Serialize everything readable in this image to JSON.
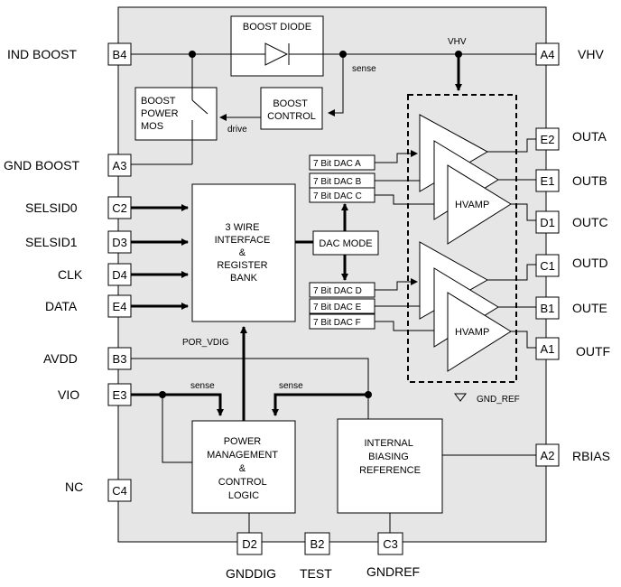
{
  "external_pins": {
    "ind_boost": "IND BOOST",
    "gnd_boost": "GND BOOST",
    "selsid0": "SELSID0",
    "selsid1": "SELSID1",
    "clk": "CLK",
    "data": "DATA",
    "avdd": "AVDD",
    "vio": "VIO",
    "nc": "NC",
    "vhv": "VHV",
    "outa": "OUTA",
    "outb": "OUTB",
    "outc": "OUTC",
    "outd": "OUTD",
    "oute": "OUTE",
    "outf": "OUTF",
    "rbias": "RBIAS",
    "gnddig": "GNDDIG",
    "test": "TEST",
    "gndref": "GNDREF"
  },
  "pin_ids": {
    "b4": "B4",
    "a3": "A3",
    "c2": "C2",
    "d3": "D3",
    "d4": "D4",
    "e4": "E4",
    "b3": "B3",
    "e3": "E3",
    "c4": "C4",
    "a4": "A4",
    "e2": "E2",
    "e1": "E1",
    "d1": "D1",
    "c1": "C1",
    "b1": "B1",
    "a1": "A1",
    "a2": "A2",
    "d2": "D2",
    "b2": "B2",
    "c3": "C3"
  },
  "blocks": {
    "boost_diode": "BOOST DIODE",
    "boost_power_mos": [
      "BOOST",
      "POWER",
      "MOS"
    ],
    "boost_control": [
      "BOOST",
      "CONTROL"
    ],
    "interface": [
      "3 WIRE",
      "INTERFACE",
      "&",
      "REGISTER",
      "BANK"
    ],
    "dac_mode": "DAC MODE",
    "power_mgmt": [
      "POWER",
      "MANAGEMENT",
      "&",
      "CONTROL",
      "LOGIC"
    ],
    "biasing": [
      "INTERNAL",
      "BIASING",
      "REFERENCE"
    ],
    "dacs_upper": [
      "7 Bit DAC A",
      "7 Bit DAC B",
      "7 Bit DAC C"
    ],
    "dacs_lower": [
      "7 Bit DAC D",
      "7 Bit DAC E",
      "7 Bit DAC F"
    ],
    "hvamp": "HVAMP"
  },
  "signals": {
    "vhv": "VHV",
    "sense": "sense",
    "drive": "drive",
    "por_vdig": "POR_VDIG",
    "gnd_ref": "GND_REF"
  }
}
